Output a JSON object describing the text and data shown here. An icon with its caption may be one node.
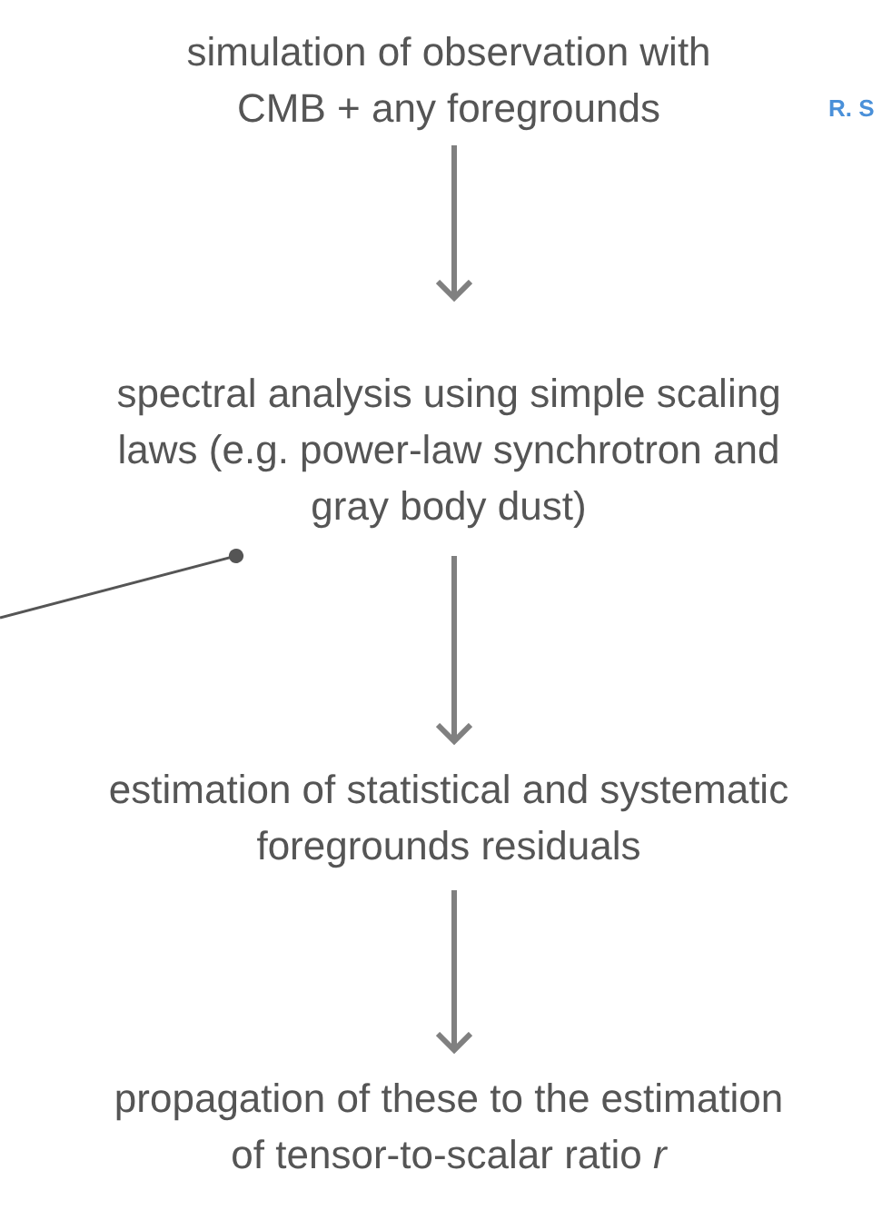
{
  "diagram": {
    "nodes": [
      {
        "text": [
          "simulation of observation with CMB + any foregrounds"
        ]
      },
      {
        "text": [
          "spectral analysis using simple scaling laws (e.g. power-law synchrotron and gray body dust)"
        ]
      },
      {
        "text": [
          "estimation of statistical and systematic foregrounds residuals"
        ]
      },
      {
        "text": [
          "propagation of these to the estimation of tensor-to-scalar ratio *r*"
        ]
      }
    ],
    "edges": [
      {
        "from": 0,
        "to": 1,
        "arrow": "to"
      },
      {
        "from": 1,
        "to": 2,
        "arrow": "to"
      },
      {
        "from": 2,
        "to": 3,
        "arrow": "to"
      },
      {
        "from": null,
        "to": 1,
        "arrow": "other",
        "color": "#555555"
      }
    ],
    "labels": [
      "R. S"
    ]
  }
}
